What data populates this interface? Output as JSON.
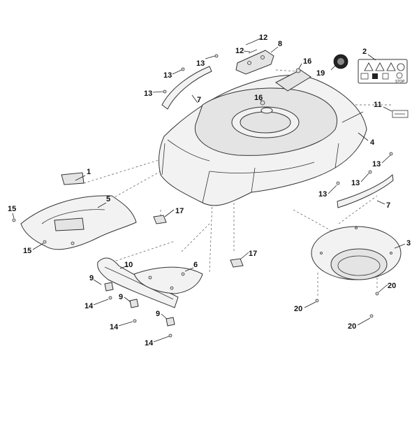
{
  "callouts": [
    {
      "id": "c1",
      "text": "1"
    },
    {
      "id": "c2",
      "text": "2"
    },
    {
      "id": "c3",
      "text": "3"
    },
    {
      "id": "c4",
      "text": "4"
    },
    {
      "id": "c5",
      "text": "5"
    },
    {
      "id": "c6",
      "text": "6"
    },
    {
      "id": "c7a",
      "text": "7"
    },
    {
      "id": "c7b",
      "text": "7"
    },
    {
      "id": "c8",
      "text": "8"
    },
    {
      "id": "c9a",
      "text": "9"
    },
    {
      "id": "c9b",
      "text": "9"
    },
    {
      "id": "c9c",
      "text": "9"
    },
    {
      "id": "c10",
      "text": "10"
    },
    {
      "id": "c11",
      "text": "11"
    },
    {
      "id": "c12a",
      "text": "12"
    },
    {
      "id": "c12b",
      "text": "12"
    },
    {
      "id": "c13a",
      "text": "13"
    },
    {
      "id": "c13b",
      "text": "13"
    },
    {
      "id": "c13c",
      "text": "13"
    },
    {
      "id": "c13d",
      "text": "13"
    },
    {
      "id": "c13e",
      "text": "13"
    },
    {
      "id": "c13f",
      "text": "13"
    },
    {
      "id": "c14a",
      "text": "14"
    },
    {
      "id": "c14b",
      "text": "14"
    },
    {
      "id": "c14c",
      "text": "14"
    },
    {
      "id": "c15a",
      "text": "15"
    },
    {
      "id": "c15b",
      "text": "15"
    },
    {
      "id": "c16a",
      "text": "16"
    },
    {
      "id": "c16b",
      "text": "16"
    },
    {
      "id": "c17a",
      "text": "17"
    },
    {
      "id": "c17b",
      "text": "17"
    },
    {
      "id": "c19",
      "text": "19"
    },
    {
      "id": "c20a",
      "text": "20"
    },
    {
      "id": "c20b",
      "text": "20"
    },
    {
      "id": "c20c",
      "text": "20"
    }
  ],
  "decal_label": {
    "text": "STOP"
  }
}
